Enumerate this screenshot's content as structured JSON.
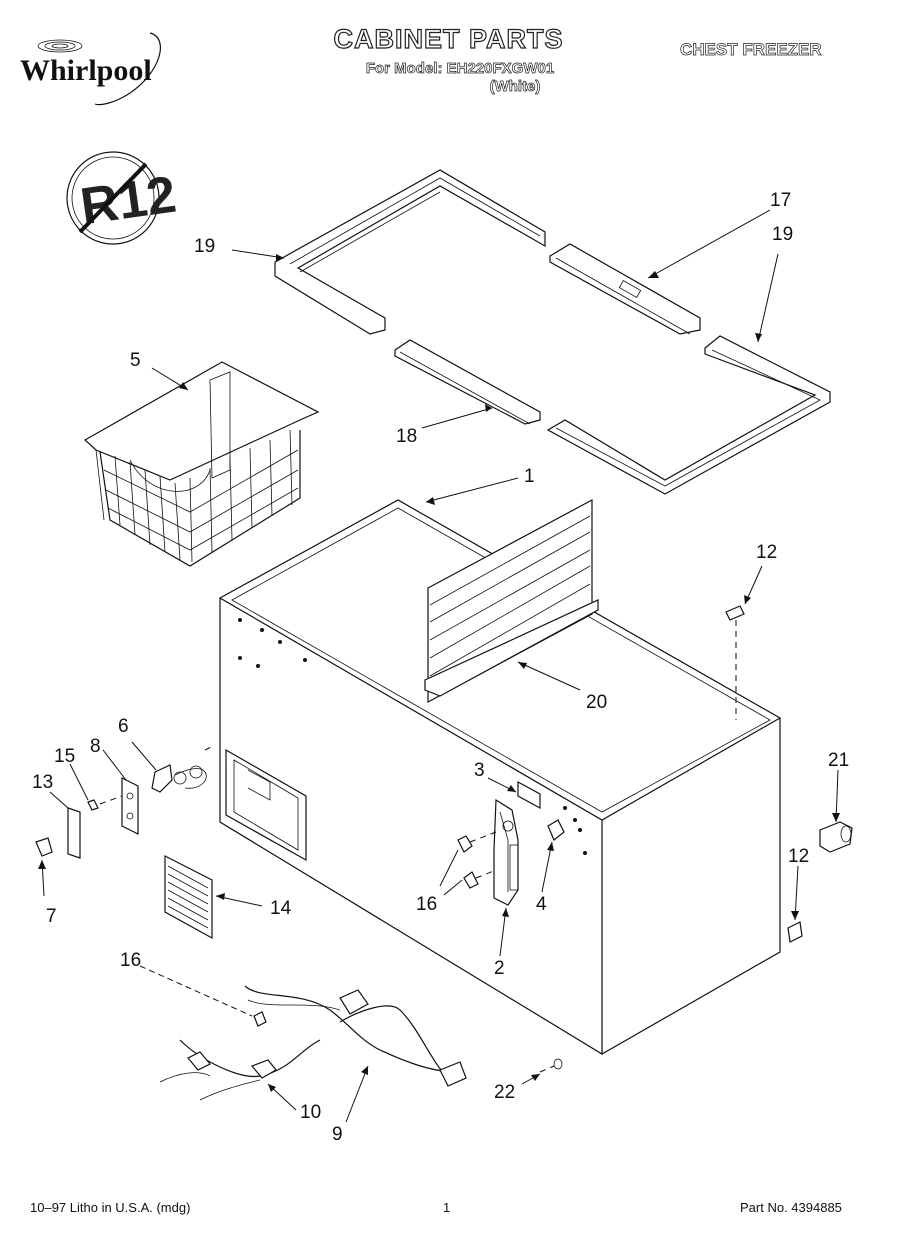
{
  "header": {
    "brand": "Whirlpool",
    "title": "CABINET PARTS",
    "model_line": "For Model: EH220FXGW01",
    "color_line": "(White)",
    "product": "CHEST FREEZER"
  },
  "badge": {
    "text": "R12"
  },
  "callouts": {
    "c1": "1",
    "c2": "2",
    "c3": "3",
    "c4": "4",
    "c5": "5",
    "c6": "6",
    "c7": "7",
    "c8": "8",
    "c9": "9",
    "c10": "10",
    "c12a": "12",
    "c12b": "12",
    "c13": "13",
    "c14": "14",
    "c15": "15",
    "c16a": "16",
    "c16b": "16",
    "c17": "17",
    "c18": "18",
    "c19a": "19",
    "c19b": "19",
    "c20": "20",
    "c21": "21",
    "c22": "22"
  },
  "footer": {
    "litho": "10–97 Litho in U.S.A. (mdg)",
    "page": "1",
    "part_no": "Part No. 4394885"
  }
}
